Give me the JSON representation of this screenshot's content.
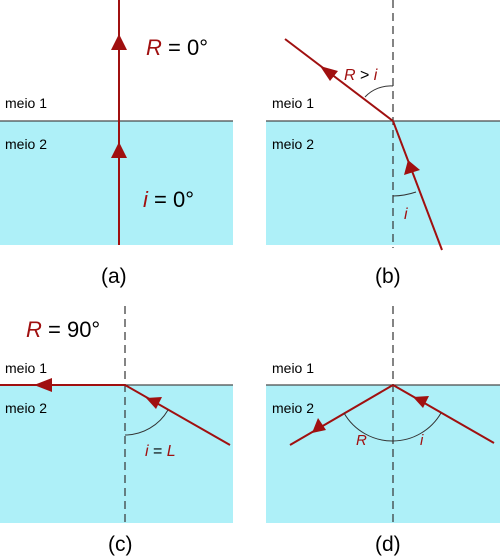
{
  "colors": {
    "medium2": "#aef0f8",
    "ray": "#a01010",
    "interface": "#4a4a4a",
    "normal": "#333333",
    "text": "#000000"
  },
  "medium_top_label": "meio 1",
  "medium_bottom_label": "meio 2",
  "panels": [
    {
      "caption": "(a)",
      "label_top": {
        "var": "R",
        "rest": " = 0°"
      },
      "label_bottom": {
        "var": "i",
        "rest": " = 0°"
      }
    },
    {
      "caption": "(b)",
      "label_top": {
        "var": "R",
        "op": " > ",
        "var2": "i"
      },
      "label_bottom": {
        "var": "i"
      }
    },
    {
      "caption": "(c)",
      "label_top": {
        "var": "R",
        "rest": " = 90°"
      },
      "label_bottom": {
        "var": "i",
        "op": " = ",
        "var2": "L"
      }
    },
    {
      "caption": "(d)",
      "label_left": {
        "var": "R"
      },
      "label_right": {
        "var": "i"
      }
    }
  ]
}
